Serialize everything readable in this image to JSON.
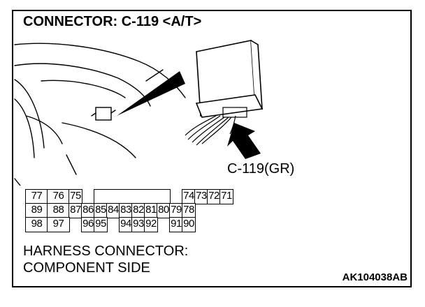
{
  "title": "CONNECTOR: C-119 <A/T>",
  "callout_label": "C-119(GR)",
  "caption_line1": "HARNESS CONNECTOR:",
  "caption_line2": "COMPONENT SIDE",
  "figure_code": "AK104038AB",
  "pins": {
    "row1": [
      "77",
      "76",
      "75",
      "74",
      "73",
      "72",
      "71"
    ],
    "row2": [
      "89",
      "88",
      "87",
      "86",
      "85",
      "84",
      "83",
      "82",
      "81",
      "80",
      "79",
      "78"
    ],
    "row3": [
      "98",
      "97",
      "96",
      "95",
      "94",
      "93",
      "92",
      "91",
      "90"
    ]
  }
}
